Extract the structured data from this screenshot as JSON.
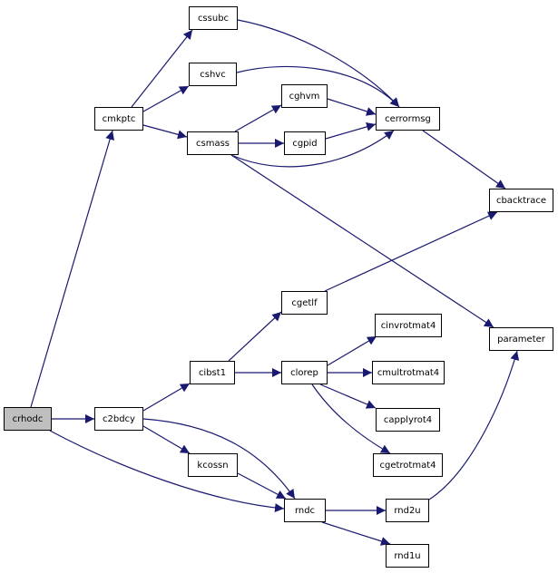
{
  "graph": {
    "edge_color": "#191970",
    "highlight_fill": "#bfbfbf",
    "nodes": [
      {
        "id": "crhodc",
        "label": "crhodc",
        "highlight": true
      },
      {
        "id": "cmkptc",
        "label": "cmkptc"
      },
      {
        "id": "cssubc",
        "label": "cssubc"
      },
      {
        "id": "cshvc",
        "label": "cshvc"
      },
      {
        "id": "csmass",
        "label": "csmass"
      },
      {
        "id": "cghvm",
        "label": "cghvm"
      },
      {
        "id": "cgpid",
        "label": "cgpid"
      },
      {
        "id": "cerrormsg",
        "label": "cerrormsg"
      },
      {
        "id": "cbacktrace",
        "label": "cbacktrace"
      },
      {
        "id": "parameter",
        "label": "parameter"
      },
      {
        "id": "c2bdcy",
        "label": "c2bdcy"
      },
      {
        "id": "cibst1",
        "label": "cibst1"
      },
      {
        "id": "cgetlf",
        "label": "cgetlf"
      },
      {
        "id": "clorep",
        "label": "clorep"
      },
      {
        "id": "cinvrotmat4",
        "label": "cinvrotmat4"
      },
      {
        "id": "cmultrotmat4",
        "label": "cmultrotmat4"
      },
      {
        "id": "capplyrot4",
        "label": "capplyrot4"
      },
      {
        "id": "cgetrotmat4",
        "label": "cgetrotmat4"
      },
      {
        "id": "kcossn",
        "label": "kcossn"
      },
      {
        "id": "rndc",
        "label": "rndc"
      },
      {
        "id": "rnd2u",
        "label": "rnd2u"
      },
      {
        "id": "rnd1u",
        "label": "rnd1u"
      }
    ],
    "edges": [
      {
        "from": "crhodc",
        "to": "cmkptc"
      },
      {
        "from": "crhodc",
        "to": "c2bdcy"
      },
      {
        "from": "crhodc",
        "to": "rndc"
      },
      {
        "from": "cmkptc",
        "to": "cssubc"
      },
      {
        "from": "cmkptc",
        "to": "cshvc"
      },
      {
        "from": "cmkptc",
        "to": "csmass"
      },
      {
        "from": "cssubc",
        "to": "cerrormsg"
      },
      {
        "from": "cshvc",
        "to": "cerrormsg"
      },
      {
        "from": "csmass",
        "to": "cghvm"
      },
      {
        "from": "csmass",
        "to": "cgpid"
      },
      {
        "from": "csmass",
        "to": "cerrormsg"
      },
      {
        "from": "csmass",
        "to": "parameter"
      },
      {
        "from": "cghvm",
        "to": "cerrormsg"
      },
      {
        "from": "cgpid",
        "to": "cerrormsg"
      },
      {
        "from": "cerrormsg",
        "to": "cbacktrace"
      },
      {
        "from": "c2bdcy",
        "to": "cibst1"
      },
      {
        "from": "c2bdcy",
        "to": "kcossn"
      },
      {
        "from": "c2bdcy",
        "to": "rndc"
      },
      {
        "from": "cibst1",
        "to": "cgetlf"
      },
      {
        "from": "cibst1",
        "to": "clorep"
      },
      {
        "from": "cgetlf",
        "to": "cbacktrace"
      },
      {
        "from": "clorep",
        "to": "cinvrotmat4"
      },
      {
        "from": "clorep",
        "to": "cmultrotmat4"
      },
      {
        "from": "clorep",
        "to": "capplyrot4"
      },
      {
        "from": "clorep",
        "to": "cgetrotmat4"
      },
      {
        "from": "kcossn",
        "to": "rndc"
      },
      {
        "from": "rndc",
        "to": "rnd2u"
      },
      {
        "from": "rndc",
        "to": "rnd1u"
      },
      {
        "from": "rnd2u",
        "to": "parameter"
      }
    ]
  }
}
